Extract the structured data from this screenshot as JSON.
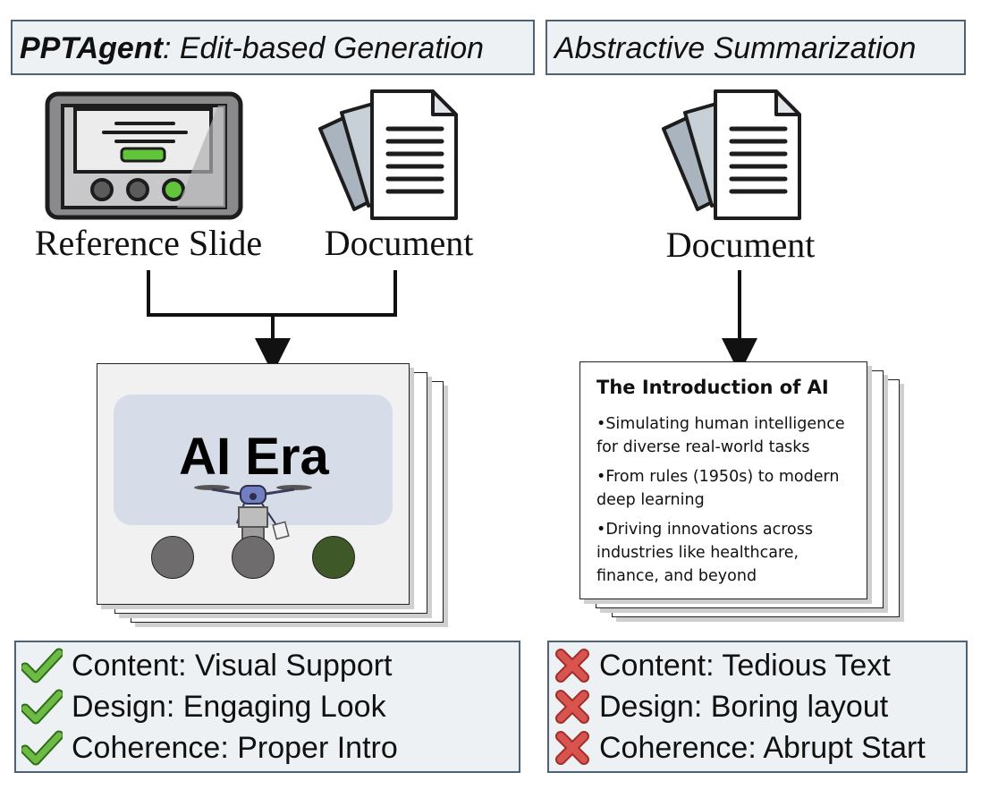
{
  "left_header": {
    "strong": "PPTAgent",
    "rest": ": Edit-based Generation"
  },
  "right_header": {
    "text": "Abstractive Summarization"
  },
  "labels": {
    "reference_slide": "Reference Slide",
    "document_left": "Document",
    "document_right": "Document"
  },
  "generated_slide": {
    "title": "AI Era"
  },
  "summary_slide": {
    "title": "The Introduction of AI",
    "bullets": [
      {
        "line1": "•Simulating human intelligence",
        "line2": "for diverse real-world tasks",
        "line3": ""
      },
      {
        "line1": "•From rules (1950s) to modern",
        "line2": "deep learning",
        "line3": ""
      },
      {
        "line1": "•Driving innovations across",
        "line2": "industries like healthcare,",
        "line3": "finance, and beyond"
      }
    ]
  },
  "left_evaluation": [
    {
      "icon": "check-icon",
      "text": "Content: Visual Support"
    },
    {
      "icon": "check-icon",
      "text": "Design: Engaging Look"
    },
    {
      "icon": "check-icon",
      "text": "Coherence: Proper Intro"
    }
  ],
  "right_evaluation": [
    {
      "icon": "cross-icon",
      "text": "Content: Tedious Text"
    },
    {
      "icon": "cross-icon",
      "text": "Design: Boring layout"
    },
    {
      "icon": "cross-icon",
      "text": "Coherence: Abrupt Start"
    }
  ],
  "colors": {
    "box_fill": "#eef1f3",
    "box_border": "#4d6275",
    "check_green": "#6dbb45",
    "cross_red": "#d9534f",
    "slide_banner": "#d7dde8",
    "circle_grey": "#6f6c6d",
    "circle_green": "#3f5827"
  }
}
